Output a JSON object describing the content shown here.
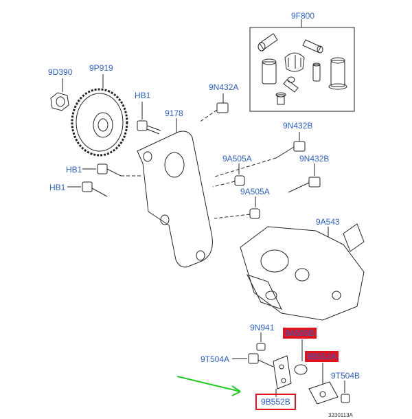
{
  "labels": {
    "kit": "9F800",
    "bolt_9d390": "9D390",
    "sprocket": "9P919",
    "hb1_top": "HB1",
    "n9n432a": "9N432A",
    "bracket": "9178",
    "n9n432b_top": "9N432B",
    "n9a505a_1": "9A505A",
    "hb1_mid": "HB1",
    "n9n432b_mid": "9N432B",
    "hb1_low": "HB1",
    "n9a505a_2": "9A505A",
    "pump": "9A543",
    "n9n941": "9N941",
    "n9a505b": "9A505B",
    "n9t504a": "9T504A",
    "n9b552a": "9B552A",
    "n9t504b": "9T504B",
    "n9b552b": "9B552B"
  },
  "doc_number": "3230113A",
  "colors": {
    "label_blue": "#2a5fd0",
    "highlight_red": "#e0141e",
    "arrow_green": "#22cc22",
    "line": "#222222"
  }
}
